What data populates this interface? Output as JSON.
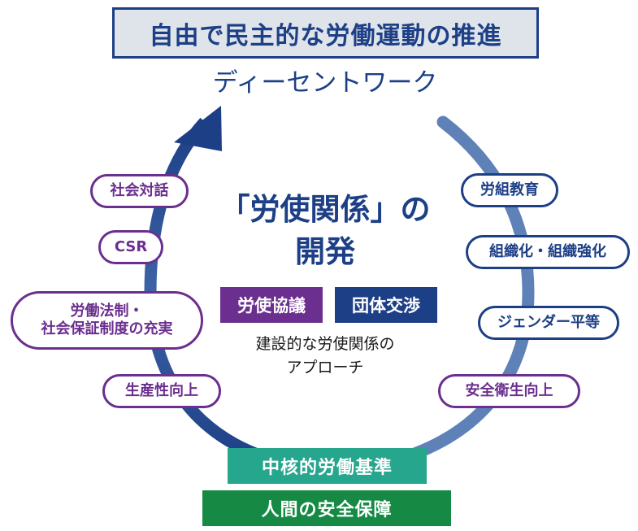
{
  "header": {
    "title": "自由で民主的な労働運動の推進",
    "subtitle": "ディーセントワーク"
  },
  "left_items": [
    "社会対話",
    "CSR",
    "労働法制・",
    "社会保証制度の充実",
    "生産性向上"
  ],
  "right_items": [
    "労組教育",
    "組織化・組織強化",
    "ジェンダー平等",
    "安全衛生向上"
  ],
  "center": {
    "title_line1": "「労使関係」の",
    "title_line2": "開発",
    "tag_left": "労使協議",
    "tag_right": "団体交渉",
    "note_line1": "建設的な労使関係の",
    "note_line2": "アプローチ"
  },
  "foundation": {
    "band1": "中核的労働基準",
    "band2": "人間の安全保障"
  },
  "colors": {
    "navy": "#1c3f86",
    "purple": "#6b2f8f",
    "teal": "#27a68e",
    "green": "#168a45",
    "arc_right": "#5e82b8",
    "title_bg": "#dfe3ea"
  },
  "icons": [
    "curved-arrow-icon"
  ]
}
